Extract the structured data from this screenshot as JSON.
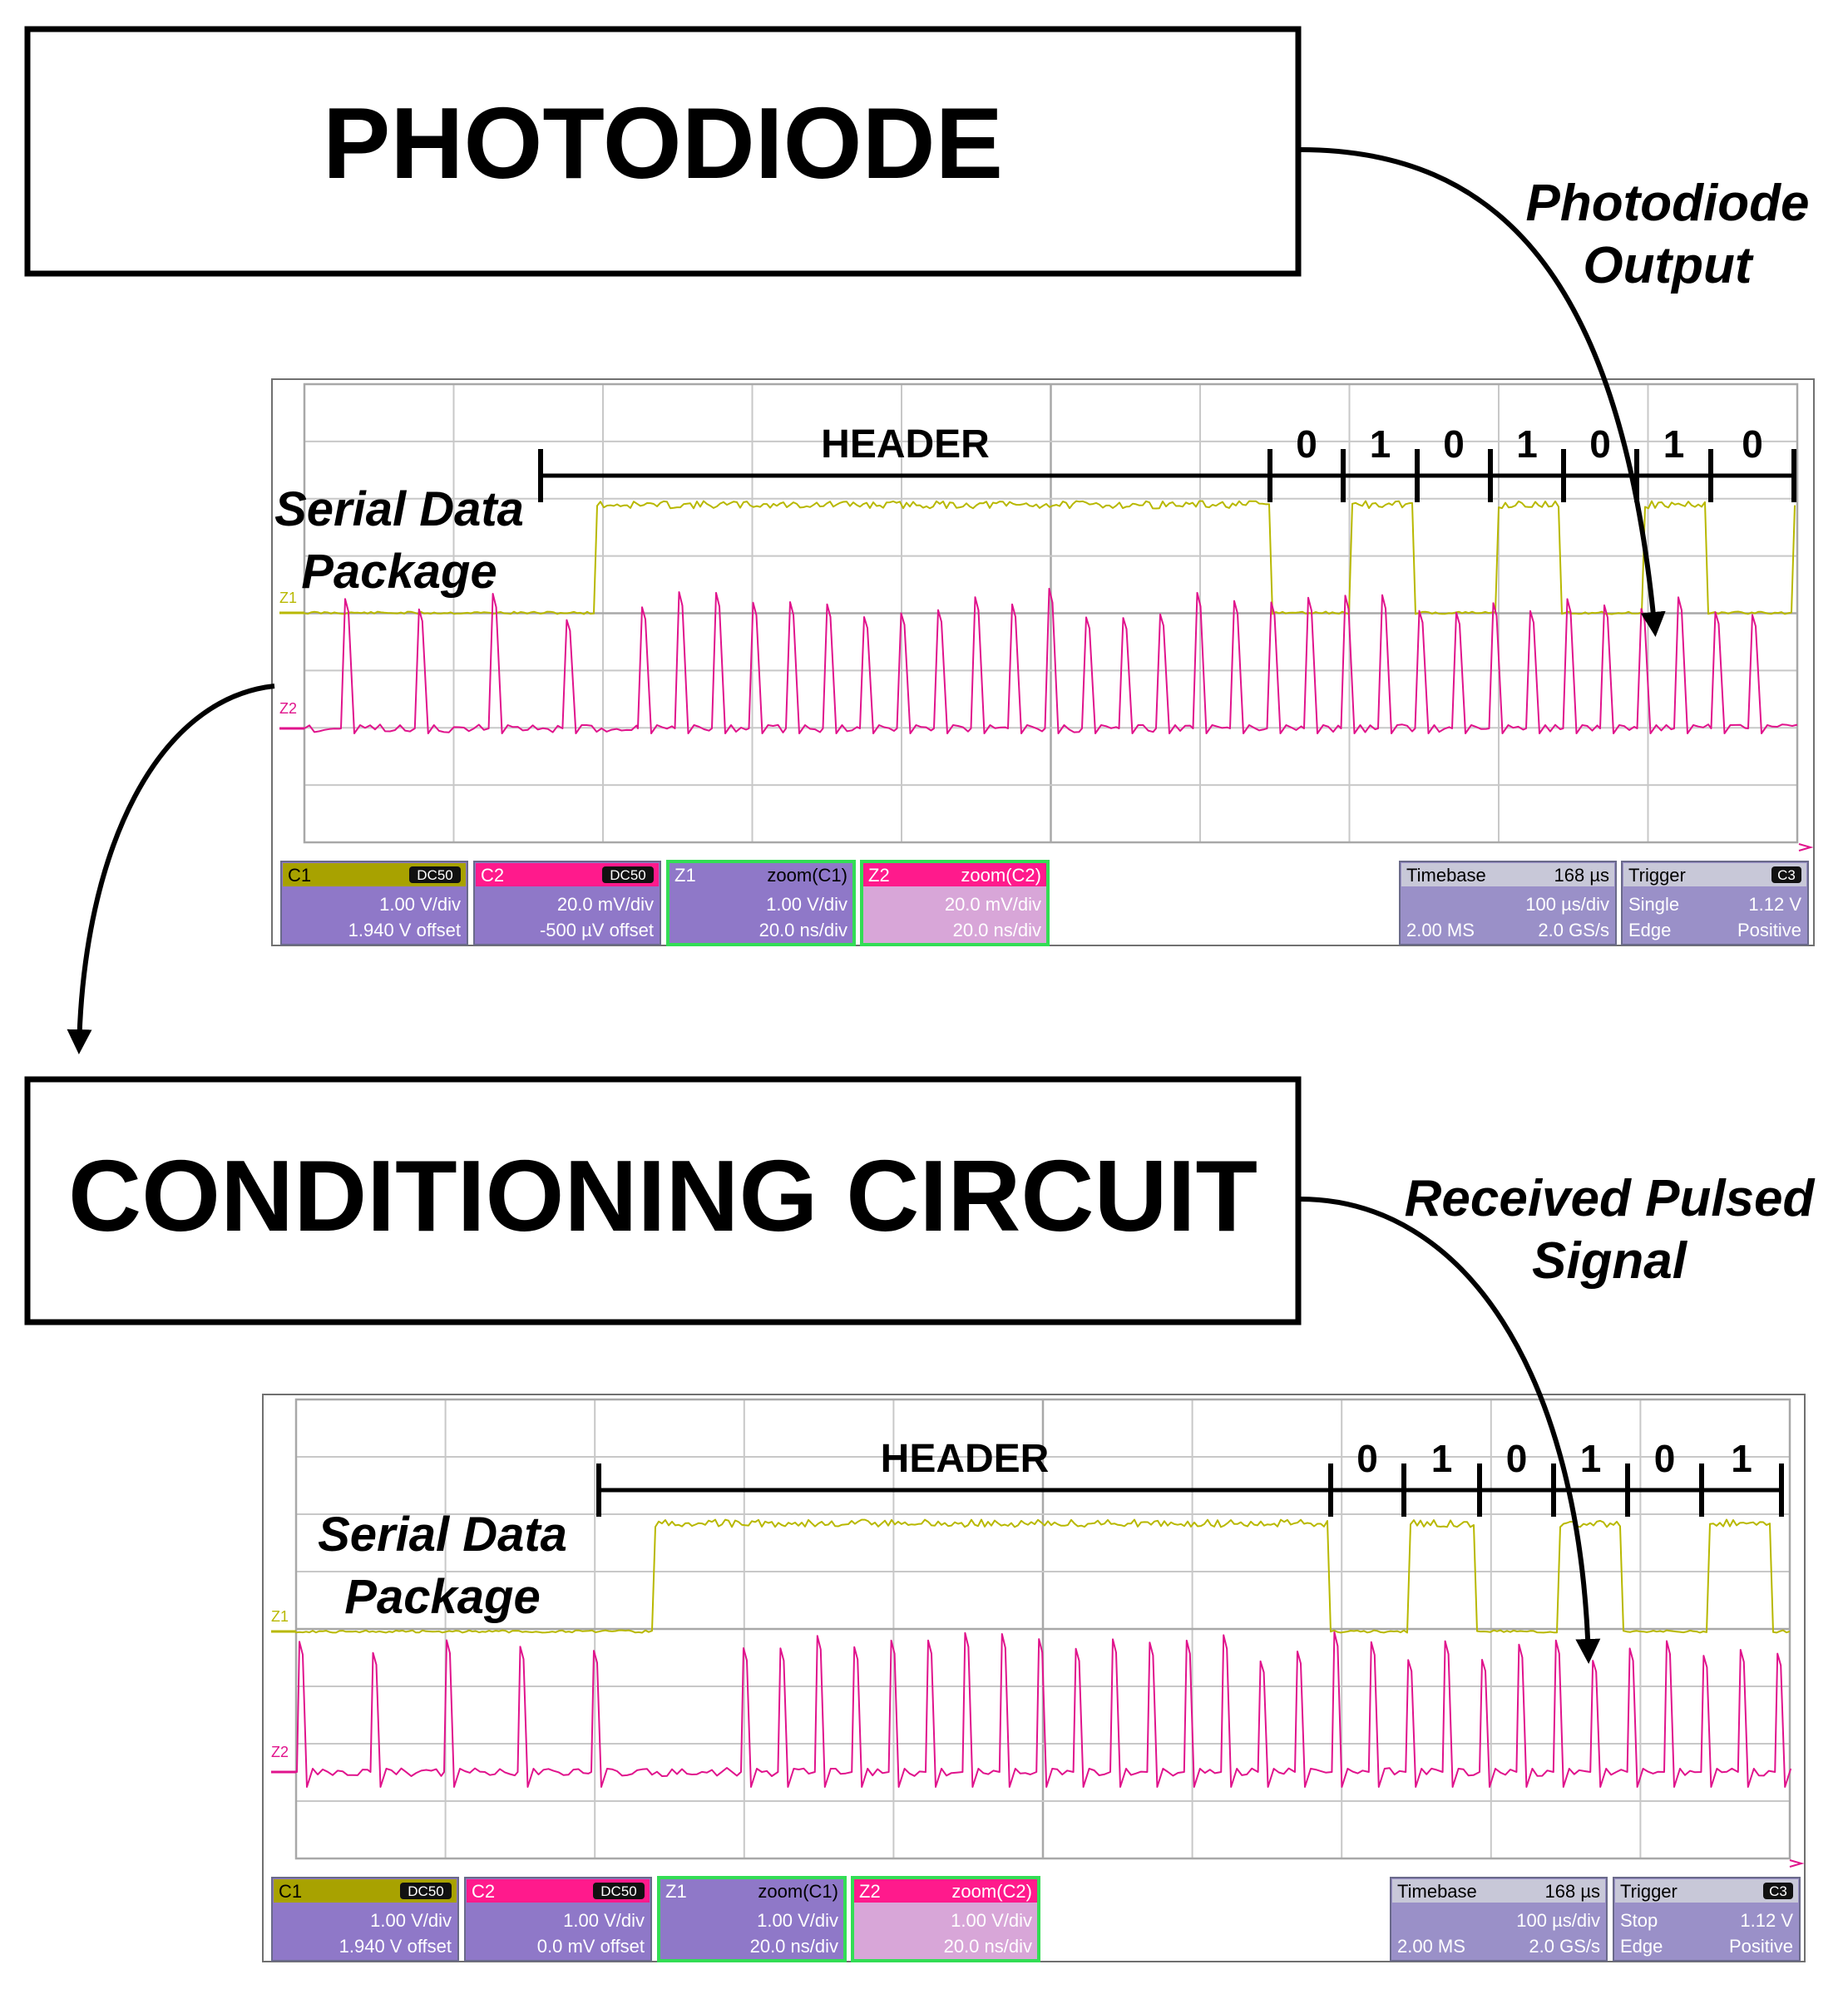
{
  "blocks": {
    "photodiode": "PHOTODIODE",
    "conditioning": "CONDITIONING CIRCUIT"
  },
  "annotations": {
    "photodiode_output": [
      "Photodiode",
      "Output"
    ],
    "received_pulsed": [
      "Received Pulsed",
      "Signal"
    ]
  },
  "colors": {
    "trace_c1": "#b8b800",
    "trace_c2": "#e0138c",
    "badge_c1": "#a8a200",
    "badge_c2": "#ff1a8c",
    "badge_body": "#8f78c8",
    "badge_body_light": "#d8a6d8",
    "badge_info": "#9a90c8",
    "badge_border_green": "#33dd55"
  },
  "scopes": [
    {
      "header": "HEADER",
      "bits": [
        "0",
        "1",
        "0",
        "1",
        "0",
        "1",
        "0"
      ],
      "serial_label": [
        "Serial Data",
        "Package"
      ],
      "trace_labels": {
        "z1": "Z1",
        "z2": "Z2"
      },
      "channels": [
        {
          "name": "C1",
          "tag": "DC50",
          "line1": "1.00 V/div",
          "line2": "1.940 V offset"
        },
        {
          "name": "C2",
          "tag": "DC50",
          "line1": "20.0 mV/div",
          "line2": "-500 µV offset"
        },
        {
          "name": "Z1",
          "tag": "zoom(C1)",
          "line1": "1.00 V/div",
          "line2": "20.0 ns/div"
        },
        {
          "name": "Z2",
          "tag": "zoom(C2)",
          "line1": "20.0 mV/div",
          "line2": "20.0 ns/div"
        }
      ],
      "timebase": {
        "title": "Timebase",
        "value": "168 µs",
        "row2": "100 µs/div",
        "row3a": "2.00 MS",
        "row3b": "2.0 GS/s"
      },
      "trigger": {
        "title": "Trigger",
        "tag": "C3",
        "row2a": "Single",
        "row2b": "1.12 V",
        "row3a": "Edge",
        "row3b": "Positive"
      }
    },
    {
      "header": "HEADER",
      "bits": [
        "0",
        "1",
        "0",
        "1",
        "0",
        "1"
      ],
      "serial_label": [
        "Serial Data",
        "Package"
      ],
      "trace_labels": {
        "z1": "Z1",
        "z2": "Z2"
      },
      "channels": [
        {
          "name": "C1",
          "tag": "DC50",
          "line1": "1.00 V/div",
          "line2": "1.940 V offset"
        },
        {
          "name": "C2",
          "tag": "DC50",
          "line1": "1.00 V/div",
          "line2": "0.0 mV offset"
        },
        {
          "name": "Z1",
          "tag": "zoom(C1)",
          "line1": "1.00 V/div",
          "line2": "20.0 ns/div"
        },
        {
          "name": "Z2",
          "tag": "zoom(C2)",
          "line1": "1.00 V/div",
          "line2": "20.0 ns/div"
        }
      ],
      "timebase": {
        "title": "Timebase",
        "value": "168 µs",
        "row2": "100 µs/div",
        "row3a": "2.00 MS",
        "row3b": "2.0 GS/s"
      },
      "trigger": {
        "title": "Trigger",
        "tag": "C3",
        "row2a": "Stop",
        "row2b": "1.12 V",
        "row3a": "Edge",
        "row3b": "Positive"
      }
    }
  ]
}
